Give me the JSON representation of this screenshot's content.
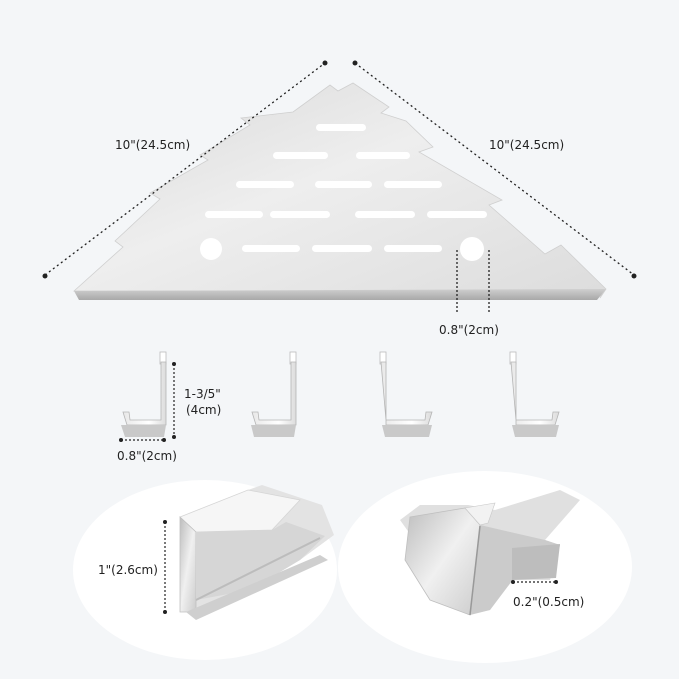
{
  "dimensions": {
    "left_edge": "10\"(24.5cm)",
    "right_edge": "10\"(24.5cm)",
    "hole_diameter": "0.8\"(2cm)",
    "bracket_height_line1": "1-3/5\"",
    "bracket_height_line2": "(4cm)",
    "bracket_width": "0.8\"(2cm)",
    "profile_height": "1\"(2.6cm)",
    "lip_gap": "0.2\"(0.5cm)"
  },
  "colors": {
    "background": "#f4f6f8",
    "panel": "#ffffff",
    "metal_light": "#f2f2f2",
    "metal_mid": "#d7d7d7",
    "metal_dark": "#a9a9a9",
    "dim_line": "#222222"
  },
  "bracket_count": 4
}
